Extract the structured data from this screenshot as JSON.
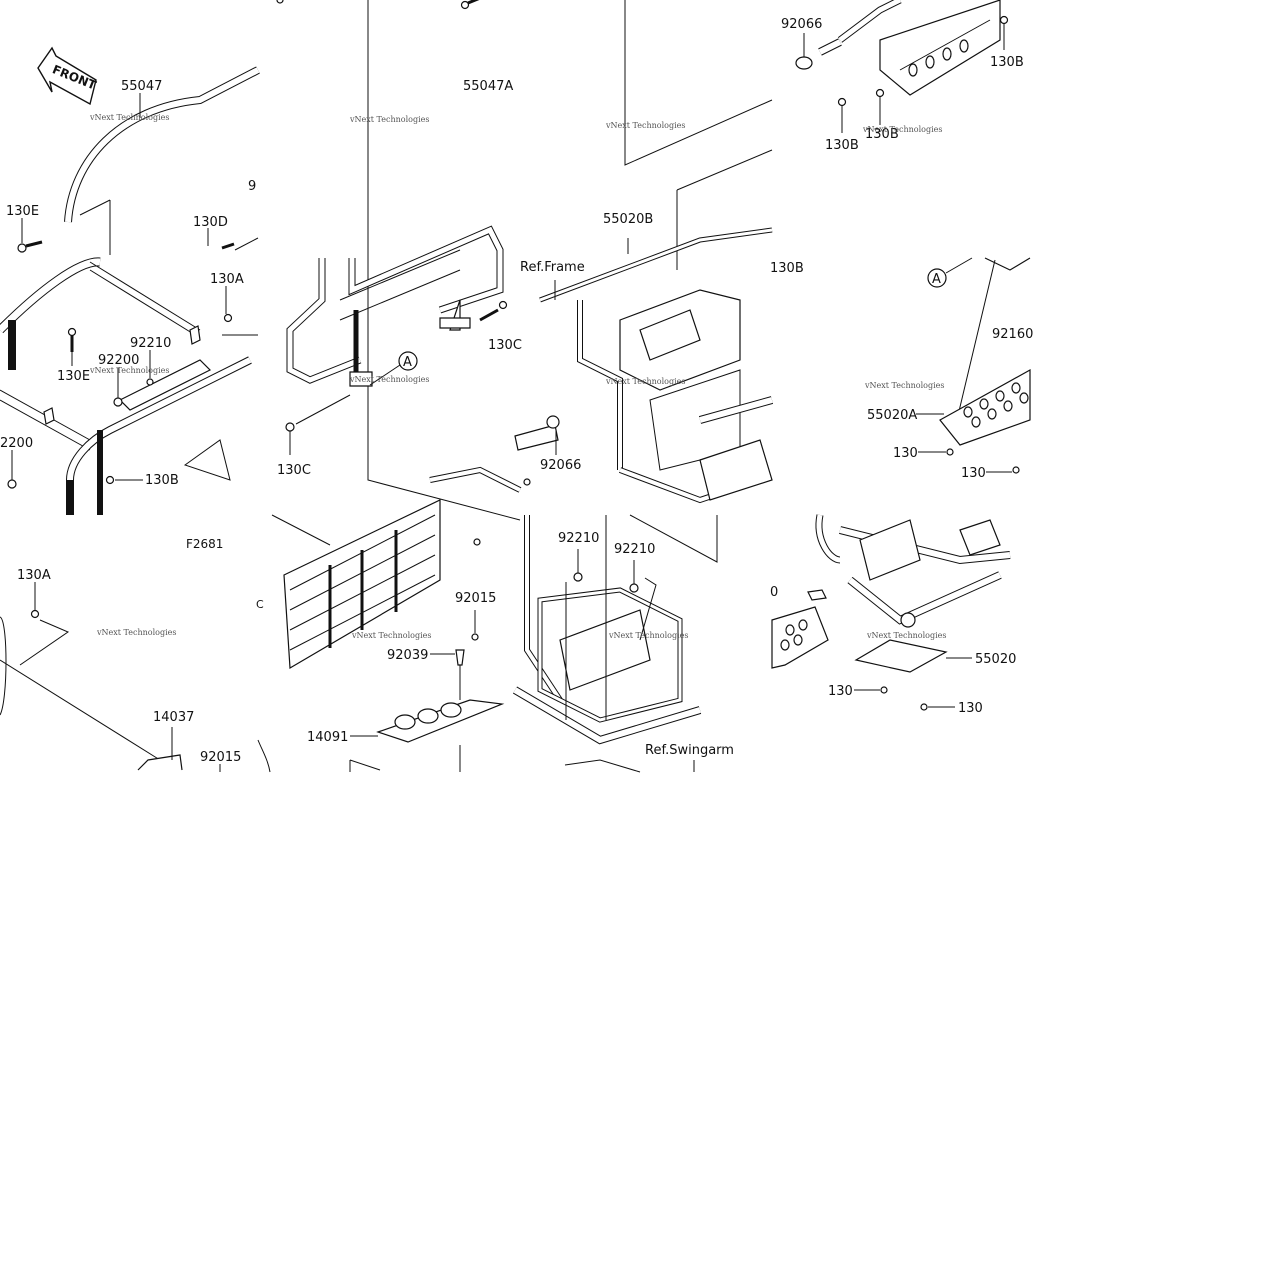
{
  "diagram": {
    "code": "F2681",
    "front_arrow": "FRONT",
    "watermark": "vNext Technologies",
    "circle_ref": "A",
    "labels": {
      "l55047": "55047",
      "l55047A": "55047A",
      "l92066a": "92066",
      "l130B_top": "130B",
      "l130B_a": "130B",
      "l130B_b": "130B",
      "l130E_a": "130E",
      "l130E_b": "130E",
      "l130D": "130D",
      "l130A_a": "130A",
      "l92210_a": "92210",
      "l92200": "92200",
      "l92200_b": "2200",
      "l130B_left": "130B",
      "l130C_a": "130C",
      "l130C_b": "130C",
      "l9_partial": "9",
      "l55020B": "55020B",
      "refFrame": "Ref.Frame",
      "l130B_mid": "130B",
      "l92066b": "92066",
      "l92160": "92160",
      "l55020A": "55020A",
      "l130_a": "130",
      "l130_b": "130",
      "l130A_b": "130A",
      "l14037": "14037",
      "l92015_a": "92015",
      "l92015_b": "92015",
      "l92039": "92039",
      "l14091": "14091",
      "l92210_b": "92210",
      "l92210_c": "92210",
      "refSwingarm": "Ref.Swingarm",
      "l55020": "55020",
      "l130_c": "130",
      "l130_d": "130",
      "l0_partial": "0",
      "lC_partial": "C"
    }
  }
}
